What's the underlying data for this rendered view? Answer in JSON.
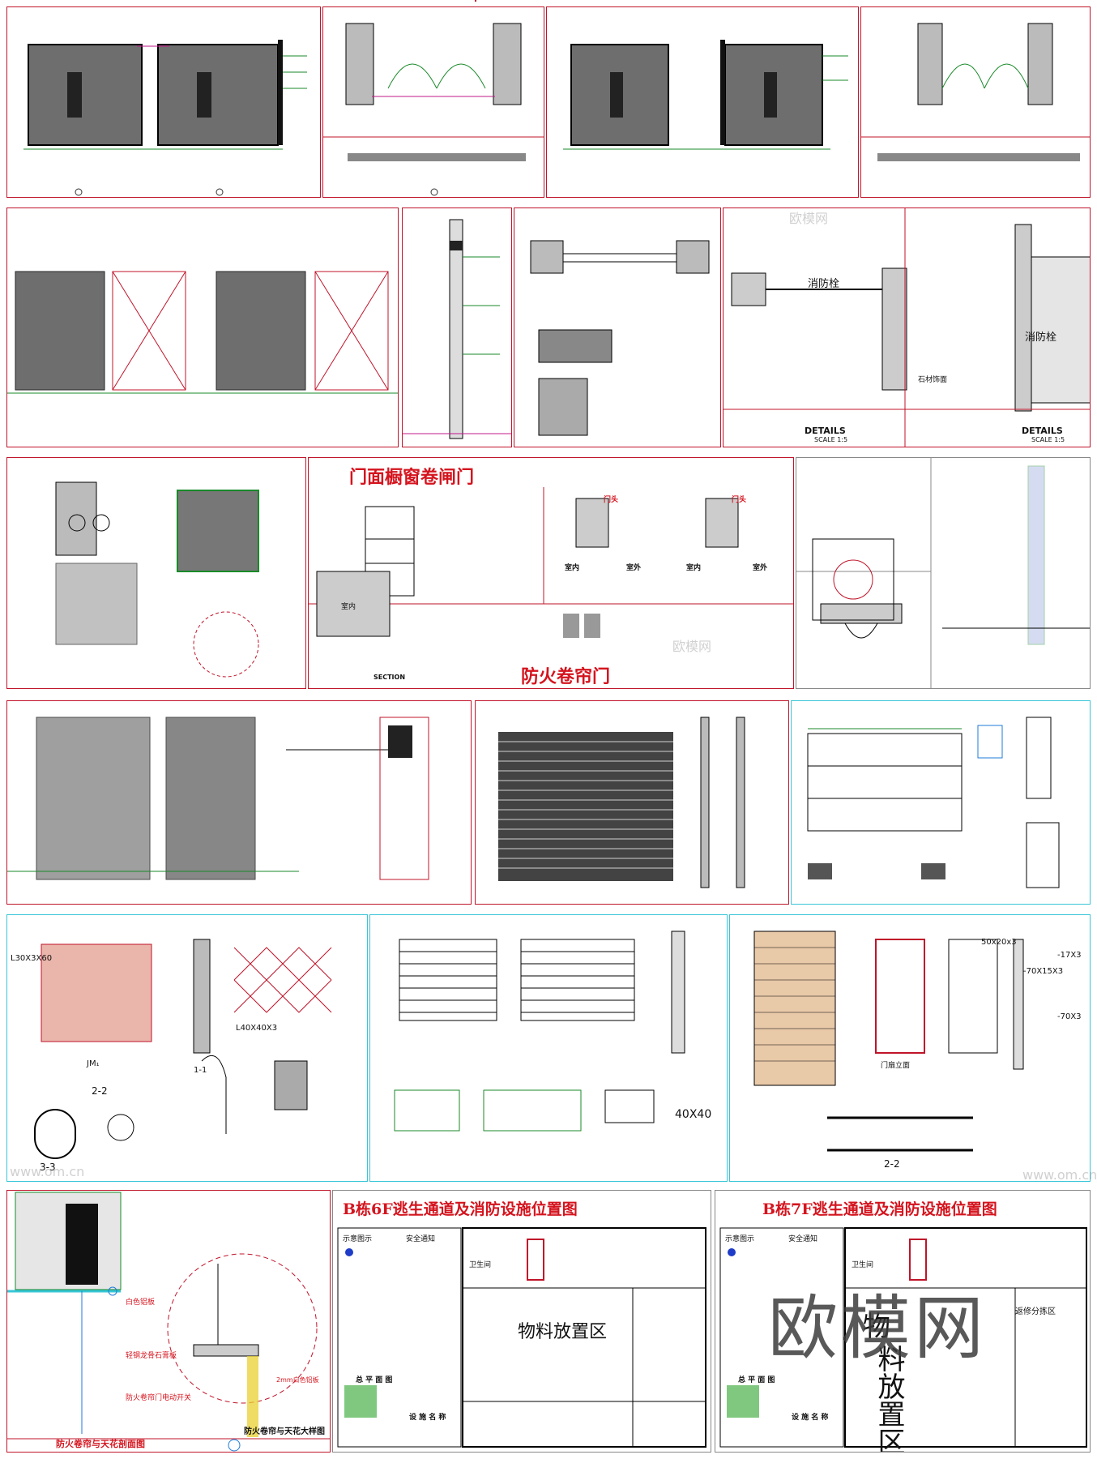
{
  "titles": {
    "shop_shutter": "门面橱窗卷闸门",
    "fire_shutter": "防火卷帘门",
    "b6f": "B栋6F逃生通道及消防设施位置图",
    "b7f": "B栋7F逃生通道及消防设施位置图",
    "fire_shutter_section": "防火卷帘与天花剖面图",
    "fire_shutter_detail": "防火卷帘与天花大样图"
  },
  "labels": {
    "details": "DETAILS",
    "scale": "SCALE 1:5",
    "hydrant": "消防栓",
    "indoor": "室内",
    "outdoor": "室外",
    "door_head": "门头",
    "section": "SECTION",
    "material_area": "物料放置区",
    "material_area_vertical": "料放置区",
    "material_area_first": "物",
    "repair_area": "返修分拣区",
    "toilet": "卫生间",
    "general_plan": "总 平 面 图",
    "facility_name": "设 施 名 称",
    "legend": "示意图示",
    "safety_notice": "安全通知",
    "stone_finish": "石材饰面",
    "white_al": "白色铝板",
    "shutter_switch": "防火卷帘门电动开关",
    "stone_ceiling": "轻钢龙骨石膏板",
    "l30": "L30X3X60",
    "l140": "L40X40X3",
    "jm1": "JM₁",
    "sect11": "1-1",
    "sect22": "2-2",
    "sect33": "3-3",
    "dim50": "50x20x3",
    "dim70": "-70X15X3",
    "dim17": "-17X3",
    "dim70b": "-70X3",
    "door_plan": "门扇立面",
    "dim40": "40X40",
    "dim2": "2mm白色铝板"
  },
  "watermark": {
    "main": "欧模网",
    "site": "www.om.cn",
    "tag": "欧模网"
  },
  "colors": {
    "frame_red": "#c0142a",
    "frame_cyan": "#37c6d6",
    "title_red": "#d4141e",
    "cad_green": "#1a8a2a",
    "cad_magenta": "#c2188a"
  }
}
